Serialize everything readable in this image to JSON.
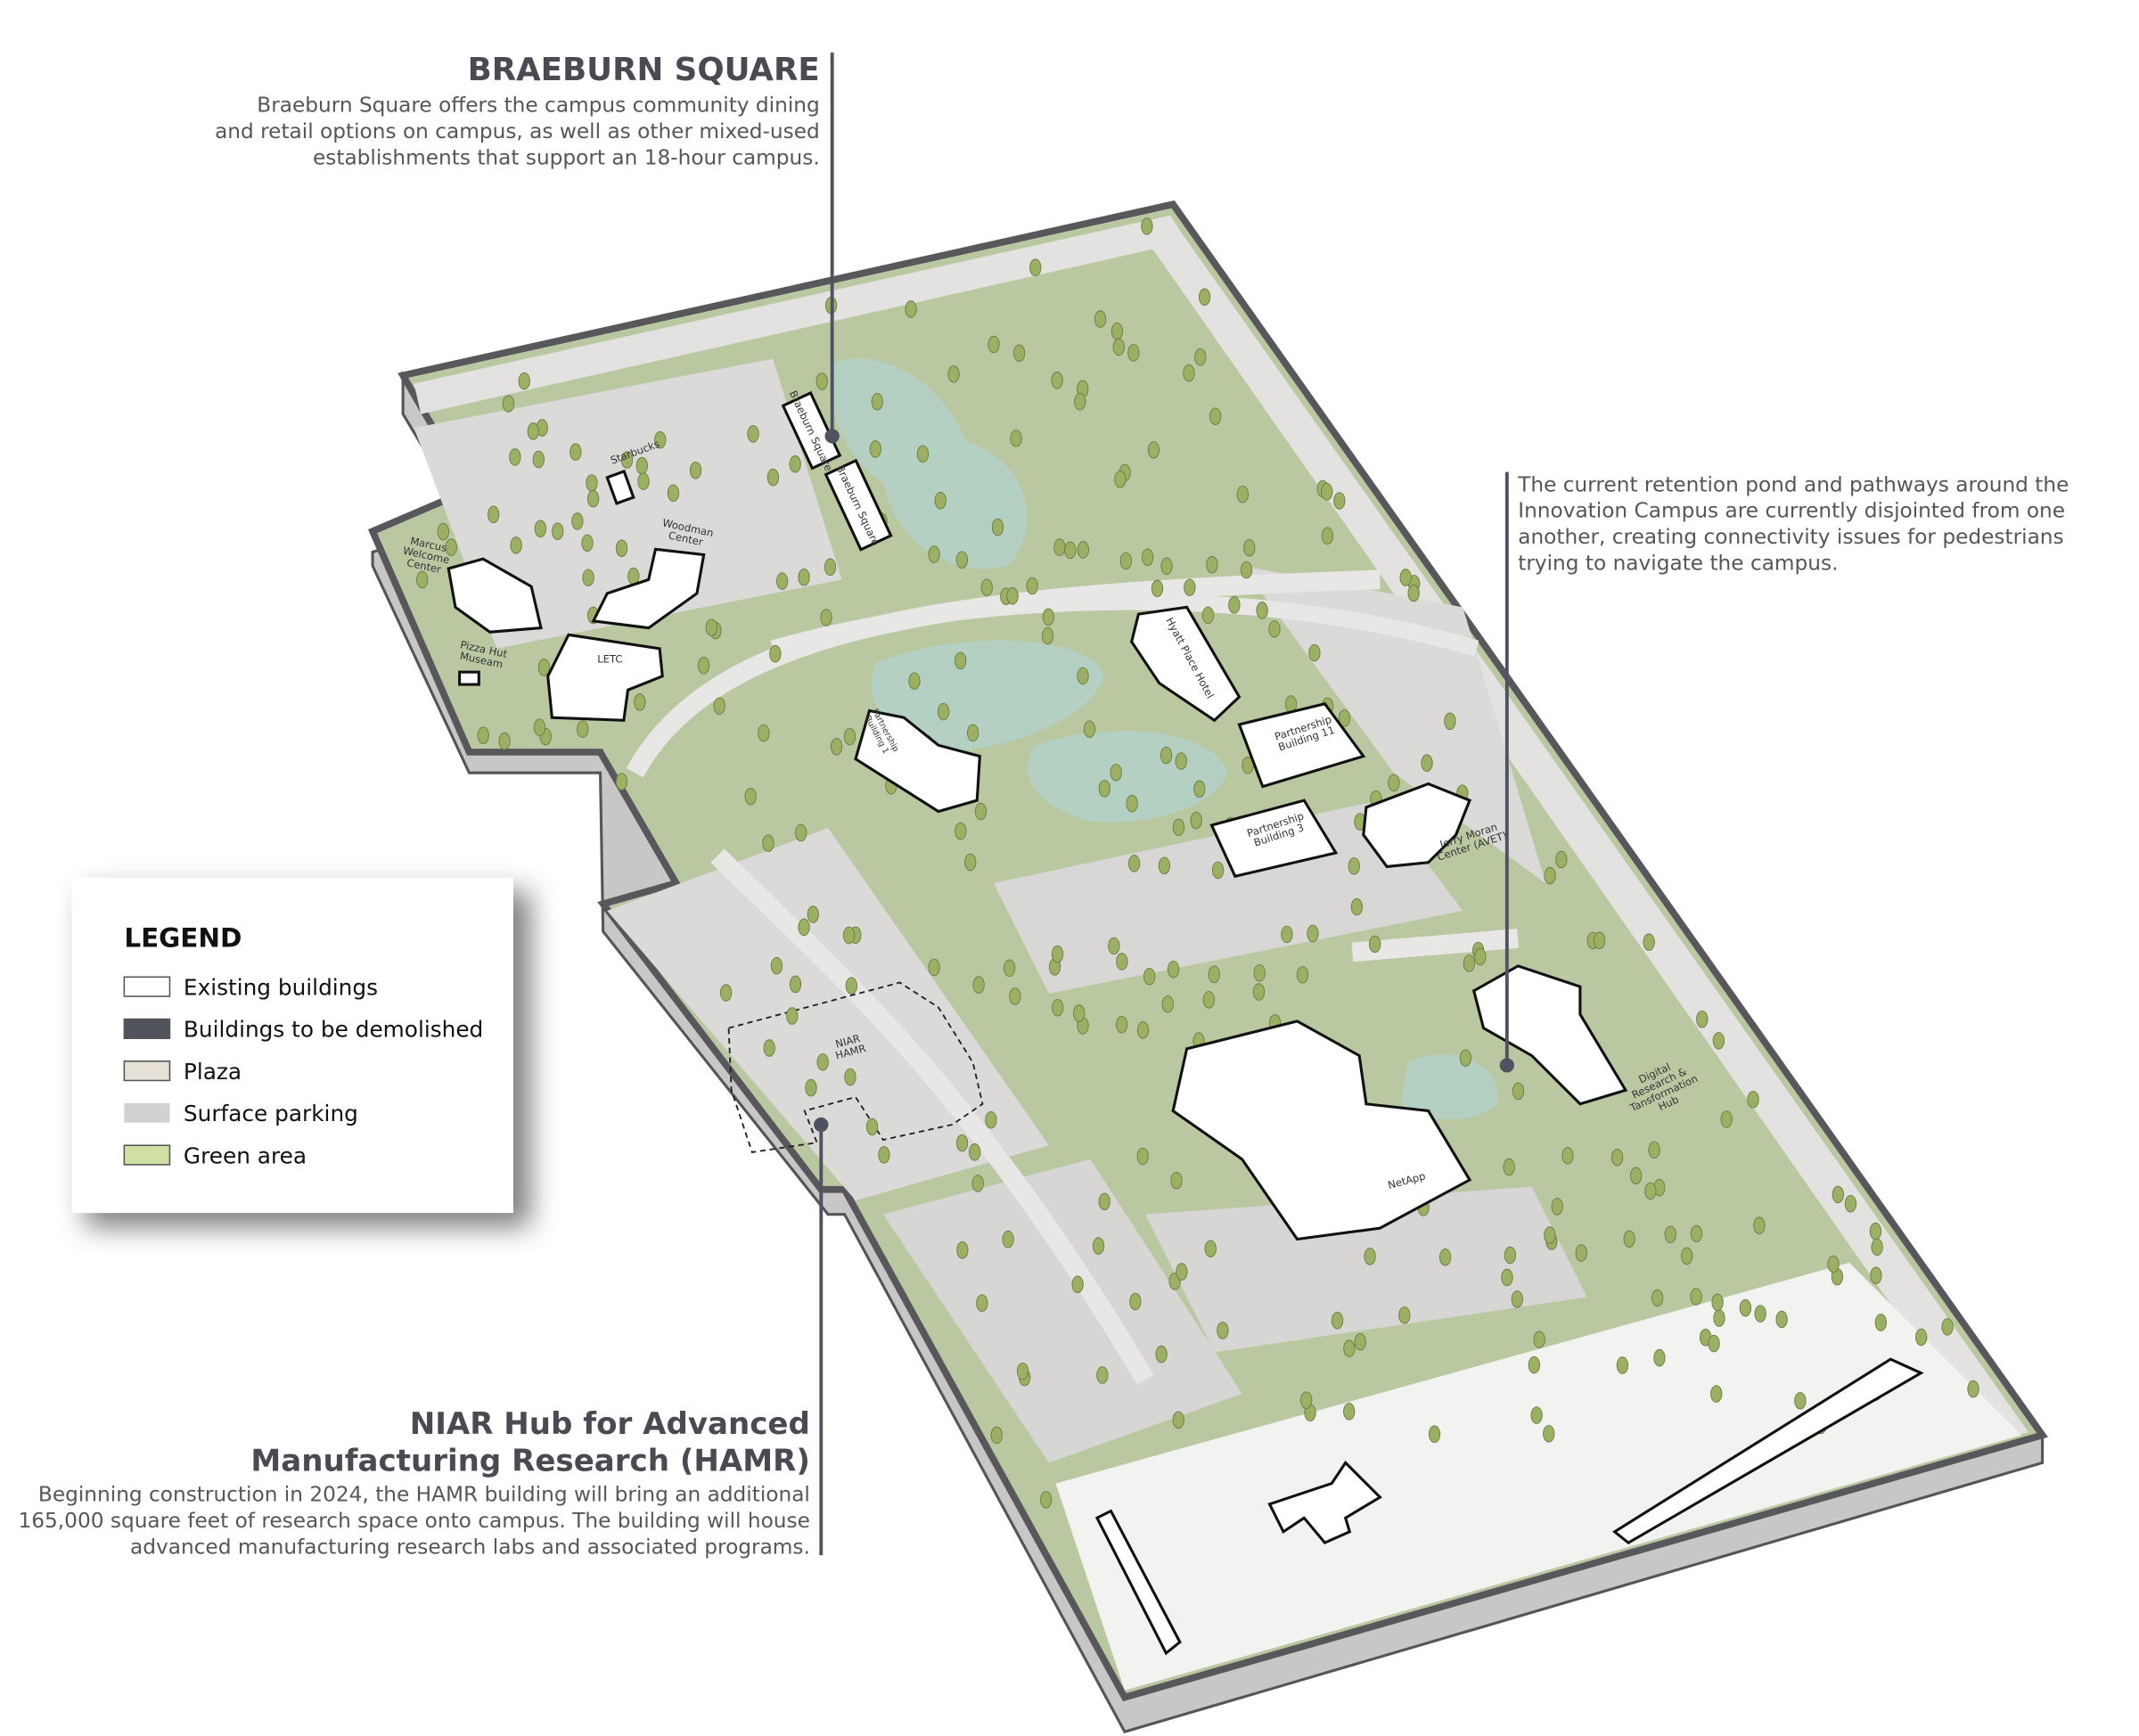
{
  "callouts": {
    "braeburn": {
      "title": "BRAEBURN SQUARE",
      "lines": [
        "Braeburn Square offers the campus community dining",
        "and retail options on campus, as well as other mixed-used",
        "establishments that support an 18-hour campus."
      ]
    },
    "pond": {
      "lines": [
        "The current retention pond and pathways around the",
        "Innovation Campus are currently disjointed from one",
        "another, creating connectivity issues for pedestrians",
        "trying to navigate the campus."
      ]
    },
    "hamr": {
      "title_lines": [
        "NIAR Hub for Advanced",
        "Manufacturing Research (HAMR)"
      ],
      "lines": [
        "Beginning construction in 2024, the HAMR building will bring an additional",
        "165,000 square feet of research space onto campus. The building will house",
        "advanced manufacturing research labs and associated programs."
      ]
    }
  },
  "legend": {
    "title": "LEGEND",
    "items": [
      {
        "label": "Existing buildings",
        "color": "#ffffff"
      },
      {
        "label": "Buildings to be demolished",
        "color": "#52545c"
      },
      {
        "label": "Plaza",
        "color": "#e6e1d6"
      },
      {
        "label": "Surface parking",
        "color": "#d3d0d0"
      },
      {
        "label": "Green area",
        "color": "#cfe0a2"
      }
    ]
  },
  "buildings": {
    "braeburn_1": "Braeburn Square",
    "braeburn_2": "Braeburn Square",
    "starbucks": "Starbucks",
    "woodman": [
      "Woodman",
      "Center"
    ],
    "marcus": [
      "Marcus",
      "Welcome",
      "Center"
    ],
    "pizza_hut": [
      "Pizza Hut",
      "Museam"
    ],
    "letc": "LETC",
    "partnership_1": [
      "Partnership",
      "Building 1"
    ],
    "hyatt": "Hyatt Place Hotel",
    "partnership_11": [
      "Partnership",
      "Building 11"
    ],
    "partnership_3": [
      "Partnership",
      "Building 3"
    ],
    "jerry_moran": [
      "Jerry Moran",
      "Center (AVET)"
    ],
    "digital_hub": [
      "Digital",
      "Research &",
      "Tansformation",
      "Hub"
    ],
    "netapp": "NetApp",
    "niar_hamr": [
      "NIAR",
      "HAMR"
    ]
  },
  "colors": {
    "green": "#b8c79f",
    "pond": "#b4d0c2",
    "road": "#dcdad8",
    "border": "#5a5a5e",
    "tree": "#9bb063",
    "leader": "#4f5260"
  }
}
